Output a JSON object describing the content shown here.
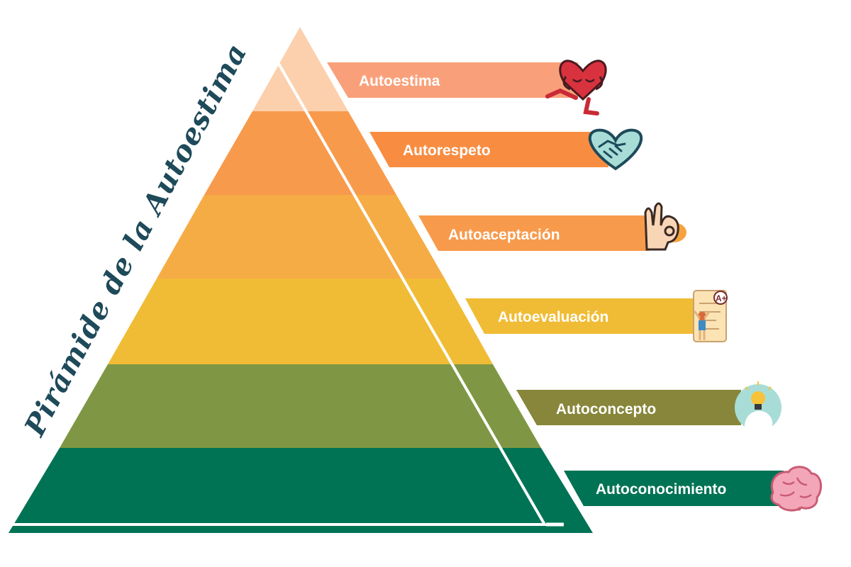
{
  "title": "Pirámide de la Autoestima",
  "levels": [
    {
      "label": "Autoestima",
      "color": "#fcd0ad",
      "band_color": "#f9a07a",
      "icon": "heart-hug-icon"
    },
    {
      "label": "Autorespeto",
      "color": "#f89a4c",
      "band_color": "#f88d42",
      "icon": "handshake-heart-icon"
    },
    {
      "label": "Autoaceptación",
      "color": "#f6ac45",
      "band_color": "#f89a4c",
      "icon": "ok-hand-icon"
    },
    {
      "label": "Autoevaluación",
      "color": "#f0bc35",
      "band_color": "#f0bc35",
      "icon": "graded-paper-icon"
    },
    {
      "label": "Autoconcepto",
      "color": "#7f9744",
      "band_color": "#88863a",
      "icon": "lightbulb-head-icon"
    },
    {
      "label": "Autoconocimiento",
      "color": "#007354",
      "band_color": "#007354",
      "icon": "brain-icon"
    }
  ],
  "title_color": "#1e4a5a"
}
